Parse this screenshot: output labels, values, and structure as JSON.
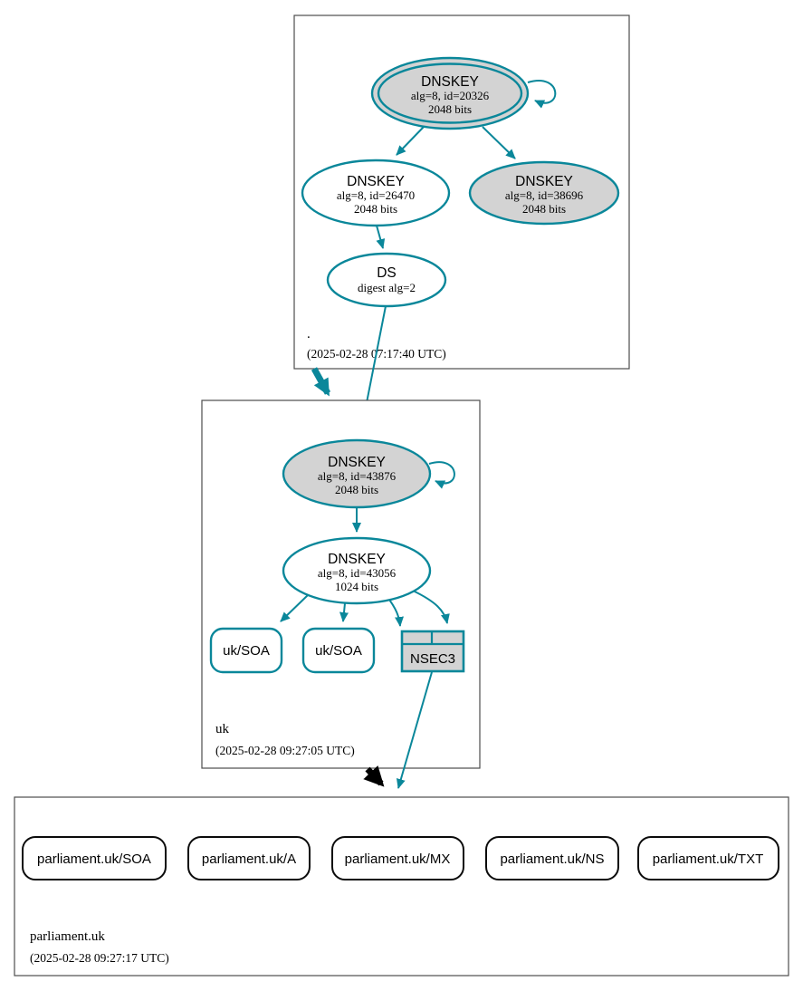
{
  "diagram_type": "dnssec-authentication-chain",
  "colors": {
    "secure": "#0a879a",
    "insecure": "#000000",
    "key_node_fill": "#d3d3d3",
    "node_fill": "#ffffff",
    "cluster_border": "#4d4d4d"
  },
  "clusters": {
    "root": {
      "label": ".",
      "timestamp": "(2025-02-28 07:17:40 UTC)",
      "nodes": {
        "ksk": {
          "title": "DNSKEY",
          "detail1": "alg=8, id=20326",
          "detail2": "2048 bits"
        },
        "zsk": {
          "title": "DNSKEY",
          "detail1": "alg=8, id=26470",
          "detail2": "2048 bits"
        },
        "key38696": {
          "title": "DNSKEY",
          "detail1": "alg=8, id=38696",
          "detail2": "2048 bits"
        },
        "ds": {
          "title": "DS",
          "detail1": "digest alg=2"
        }
      }
    },
    "uk": {
      "label": "uk",
      "timestamp": "(2025-02-28 09:27:05 UTC)",
      "nodes": {
        "ksk": {
          "title": "DNSKEY",
          "detail1": "alg=8, id=43876",
          "detail2": "2048 bits"
        },
        "zsk": {
          "title": "DNSKEY",
          "detail1": "alg=8, id=43056",
          "detail2": "1024 bits"
        },
        "soa1": {
          "label": "uk/SOA"
        },
        "soa2": {
          "label": "uk/SOA"
        },
        "nsec3": {
          "label": "NSEC3"
        }
      }
    },
    "parliament": {
      "label": "parliament.uk",
      "timestamp": "(2025-02-28 09:27:17 UTC)",
      "nodes": {
        "soa": {
          "label": "parliament.uk/SOA"
        },
        "a": {
          "label": "parliament.uk/A"
        },
        "mx": {
          "label": "parliament.uk/MX"
        },
        "ns": {
          "label": "parliament.uk/NS"
        },
        "txt": {
          "label": "parliament.uk/TXT"
        }
      }
    }
  }
}
